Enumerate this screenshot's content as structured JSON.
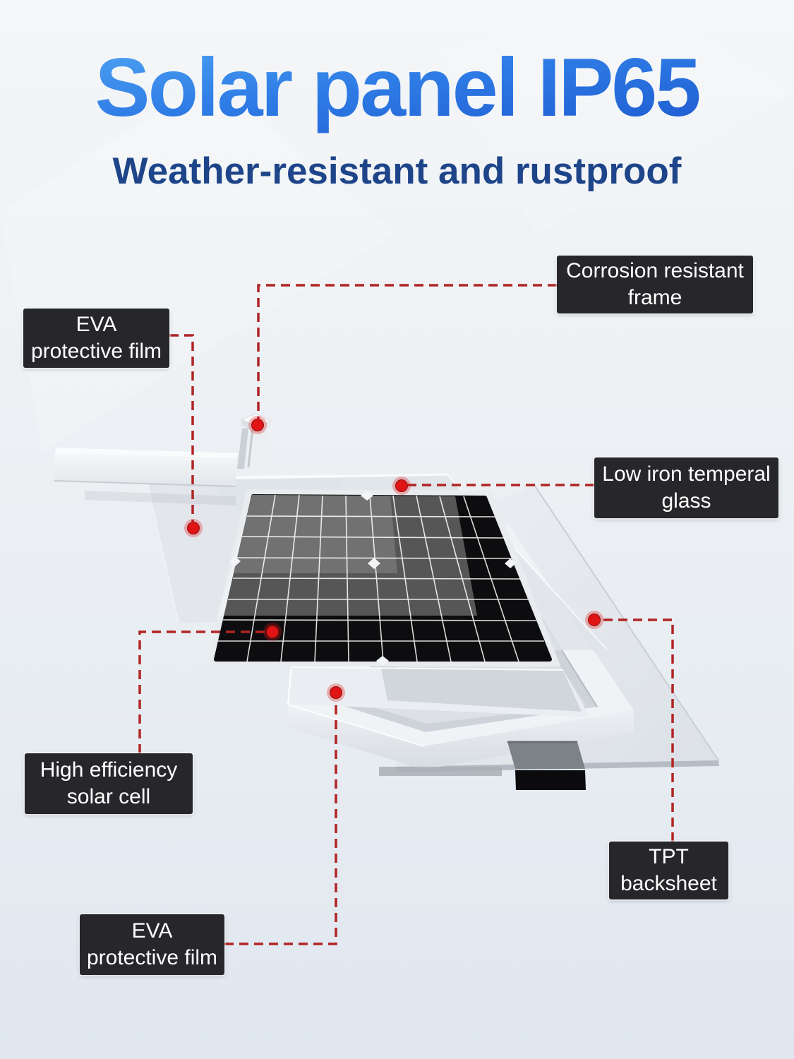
{
  "header": {
    "title": "Solar panel IP65",
    "subtitle": "Weather-resistant and rustproof"
  },
  "callouts": {
    "corrosion_frame": {
      "text": "Corrosion resistant\nframe"
    },
    "eva_film_top": {
      "text": "EVA\nprotective film"
    },
    "tempered_glass": {
      "text": "Low iron temperal\nglass"
    },
    "solar_cell": {
      "text": "High efficiency\nsolar cell"
    },
    "tpt_backsheet": {
      "text": "TPT\nbacksheet"
    },
    "eva_film_bottom": {
      "text": "EVA\nprotective film"
    }
  },
  "diagram": {
    "parts": [
      "corrosion-resistant-frame-corner",
      "eva-protective-film-sheet-top",
      "low-iron-tempered-glass-sheet",
      "high-efficiency-solar-cell-panel",
      "eva-protective-film-sheet-bottom",
      "panel-frame-assembly",
      "junction-box",
      "tpt-backsheet-sheet"
    ]
  },
  "colors": {
    "accent_red": "#b12424",
    "dot_red": "#e01414",
    "callout_bg": "#27272b",
    "callout_text": "#ffffff",
    "title_gradient_start": "#55abf5",
    "title_gradient_end": "#1b55cd",
    "subtitle": "#1e4489",
    "background": "#edf1f5"
  }
}
